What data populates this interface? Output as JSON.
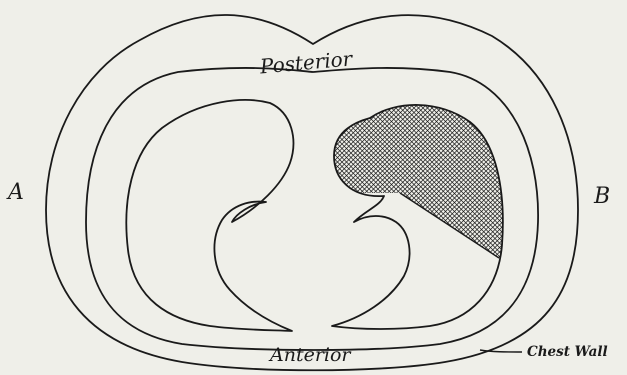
{
  "labels": {
    "posterior": "Posterior",
    "anterior": "Anterior",
    "side_a": "A",
    "side_b": "B",
    "chest_wall": "Chest Wall"
  },
  "colors": {
    "background": "#efefe9",
    "ink": "#1a1a1a"
  }
}
